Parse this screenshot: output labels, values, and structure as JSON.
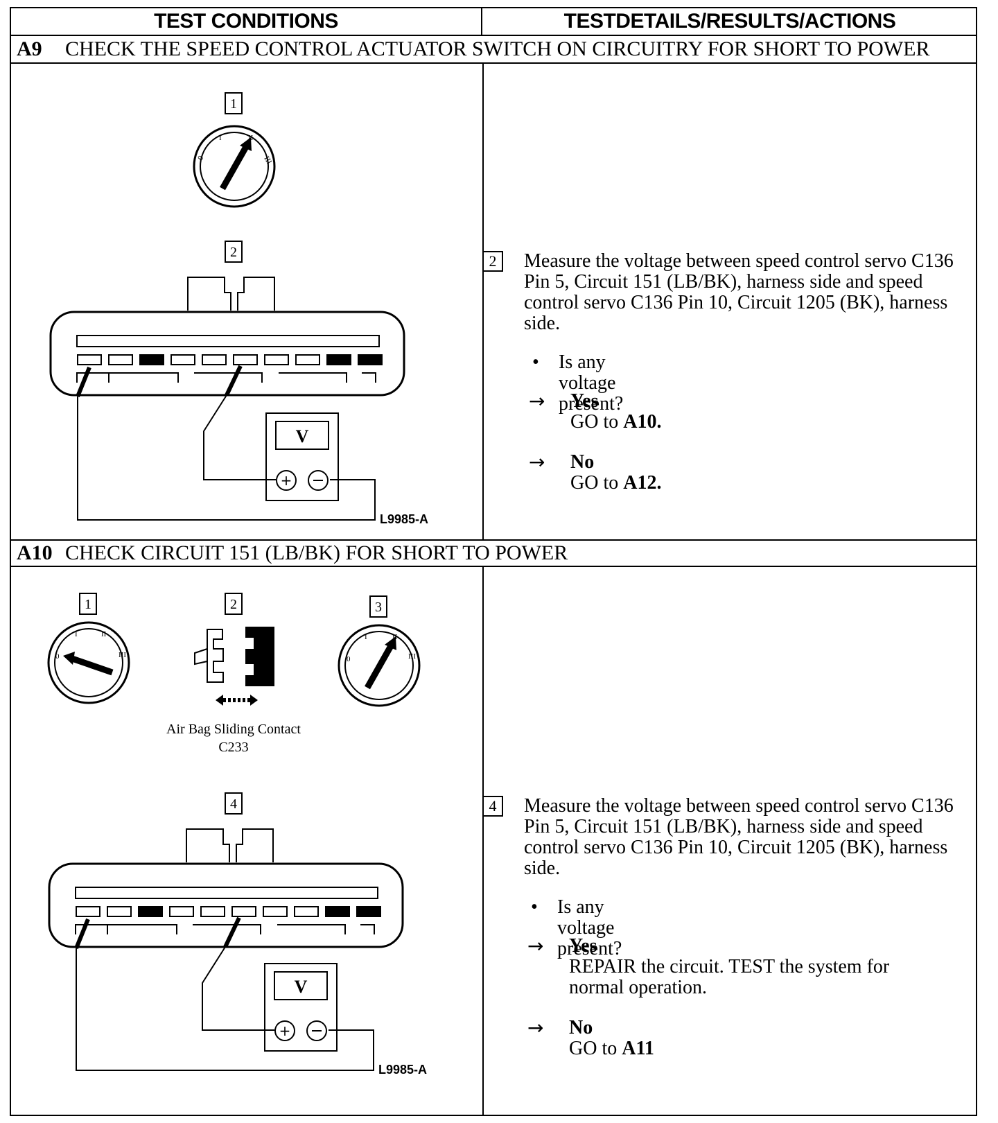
{
  "header": {
    "left": "TEST CONDITIONS",
    "right": "TESTDETAILS/RESULTS/ACTIONS"
  },
  "steps": [
    {
      "id": "A9",
      "title": "CHECK THE SPEED CONTROL ACTUATOR SWITCH ON CIRCUITRY FOR SHORT TO POWER",
      "figure": {
        "callouts": [
          "1",
          "2"
        ],
        "meter_label": "V",
        "figure_id": "L9985-A"
      },
      "detail": {
        "step_number": "2",
        "text": "Measure the voltage between speed control servo C136 Pin 5, Circuit 151 (LB/BK), harness side and speed control servo C136 Pin 10, Circuit 1205 (BK), harness side.",
        "question": "Is any voltage present?",
        "bullet": "•",
        "arrow": "→",
        "yes": {
          "answer": "Yes",
          "action_prefix": "GO to ",
          "action_bold": "A10."
        },
        "no": {
          "answer": "No",
          "action_prefix": "GO to ",
          "action_bold": "A12."
        }
      }
    },
    {
      "id": "A10",
      "title": "CHECK CIRCUIT 151 (LB/BK) FOR SHORT TO POWER",
      "figure": {
        "callouts": [
          "1",
          "2",
          "3",
          "4"
        ],
        "caption_line1": "Air Bag Sliding Contact",
        "caption_line2": "C233",
        "meter_label": "V",
        "figure_id": "L9985-A"
      },
      "detail": {
        "step_number": "4",
        "text": "Measure the voltage between speed control servo C136 Pin 5, Circuit 151 (LB/BK), harness side and speed control servo C136 Pin 10, Circuit 1205 (BK), harness side.",
        "question": "Is any voltage present?",
        "bullet": "•",
        "arrow": "→",
        "yes": {
          "answer": "Yes",
          "action": "REPAIR the circuit. TEST the system for normal operation."
        },
        "no": {
          "answer": "No",
          "action_prefix": "GO to ",
          "action_bold": "A11"
        }
      }
    }
  ]
}
